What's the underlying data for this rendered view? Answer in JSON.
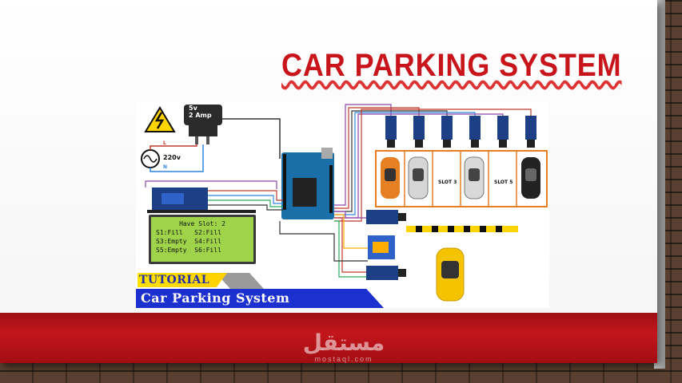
{
  "slide": {
    "title": "CAR PARKING SYSTEM"
  },
  "diagram": {
    "adapter_label_1": "5v",
    "adapter_label_2": "2 Amp",
    "ac_voltage": "220v",
    "ac_l": "L",
    "ac_n": "N",
    "slot3_label": "SLOT 3",
    "slot5_label": "SLOT 5",
    "lcd": {
      "line1": "Have Slot: 2",
      "line2": "S1:Fill   S2:Fill",
      "line3": "S3:Empty  S4:Fill",
      "line4": "S5:Empty  S6:Fill"
    },
    "banner_tutorial": "TUTORIAL",
    "banner_title": "Car  Parking System"
  },
  "watermark": {
    "arabic": "مستقل",
    "latin": "mostaql.com"
  },
  "colors": {
    "title_red": "#c7151b",
    "band_red": "#b01218",
    "lcd_green": "#9fd34a",
    "banner_blue": "#1c2fcf",
    "banner_yellow": "#ffe200"
  }
}
